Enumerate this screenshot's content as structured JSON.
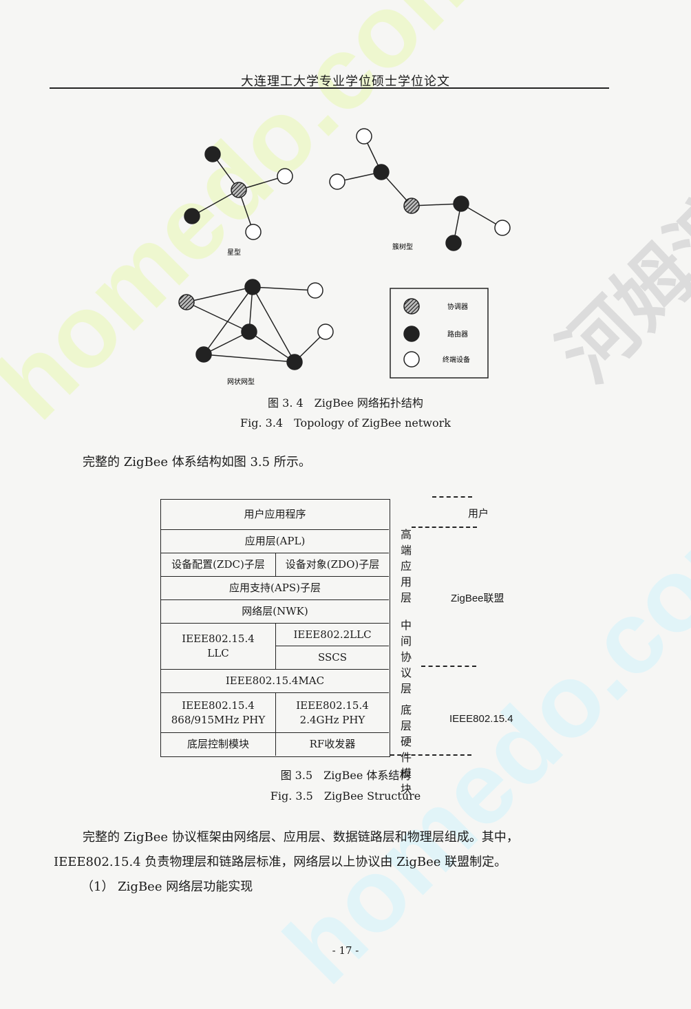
{
  "header": {
    "title": "大连理工大学专业学位硕士学位论文"
  },
  "fig34": {
    "labels": {
      "star": "星型",
      "tree": "簇树型",
      "mesh": "网状网型"
    },
    "legend": {
      "coordinator": "协调器",
      "router": "路由器",
      "end_device": "终端设备"
    },
    "caption_cn": "图 3. 4　ZigBee 网络拓扑结构",
    "caption_en": "Fig. 3.4　Topology of ZigBee network"
  },
  "intro": "完整的 ZigBee 体系结构如图 3.5 所示。",
  "fig35": {
    "rows": {
      "user_app": "用户应用程序",
      "apl": "应用层(APL)",
      "zdc": "设备配置(ZDC)子层",
      "zdo": "设备对象(ZDO)子层",
      "aps": "应用支持(APS)子层",
      "nwk": "网络层(NWK)",
      "llc154_a": "IEEE802.15.4",
      "llc154_b": "LLC",
      "llc22": "IEEE802.2LLC",
      "sscs": "SSCS",
      "mac": "IEEE802.15.4MAC",
      "phy868_a": "IEEE802.15.4",
      "phy868_b": "868/915MHz PHY",
      "phy24_a": "IEEE802.15.4",
      "phy24_b": "2.4GHz PHY",
      "ctrl": "底层控制模块",
      "rf": "RF收发器"
    },
    "groups": {
      "high": [
        "高端",
        "应用",
        "层"
      ],
      "mid": [
        "中间",
        "协议",
        "层"
      ],
      "low": [
        "底层",
        "硬件",
        "模块"
      ]
    },
    "side": {
      "user": "用户",
      "alliance": "ZigBee联盟",
      "ieee": "IEEE802.15.4"
    },
    "caption_cn": "图 3.5　ZigBee 体系结构",
    "caption_en": "Fig. 3.5　ZigBee Structure"
  },
  "body": {
    "p1_line1": "完整的 ZigBee 协议框架由网络层、应用层、数据链路层和物理层组成。其中，",
    "p1_line2": "IEEE802.15.4 负责物理层和链路层标准，网络层以上协议由 ZigBee 联盟制定。",
    "item1": "（1）  ZigBee 网络层功能实现"
  },
  "page_number": "- 17 -",
  "colors": {
    "watermark_green": "#eef7cf",
    "watermark_blue": "#dcf4fa",
    "watermark_gray": "#dcdcdc"
  },
  "watermark": {
    "brand": "homedo.com",
    "cn": "河姆渡"
  }
}
